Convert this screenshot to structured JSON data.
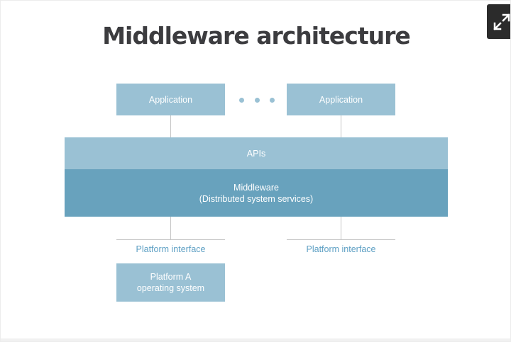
{
  "title": "Middleware architecture",
  "applications": {
    "left_label": "Application",
    "right_label": "Application"
  },
  "apis_label": "APIs",
  "middleware": {
    "line1": "Middleware",
    "line2": "(Distributed system services)"
  },
  "platform_interface": {
    "left_label": "Platform interface",
    "right_label": "Platform interface"
  },
  "platform": {
    "line1": "Platform A",
    "line2": "operating system"
  },
  "controls": {
    "expand_icon": "expand-arrows-icon"
  },
  "colors": {
    "light_blue": "#9ac1d4",
    "dark_blue": "#68a2bd",
    "interface_text": "#5ea0c4",
    "title_text": "#3c3c3f"
  }
}
